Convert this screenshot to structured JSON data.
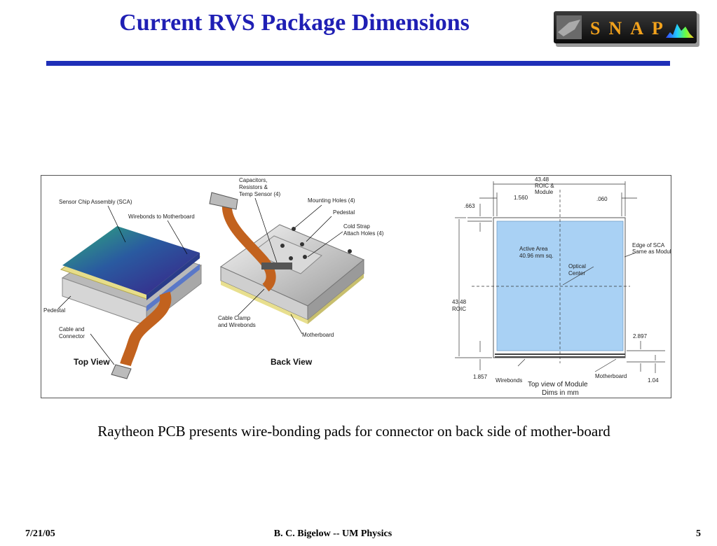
{
  "slide": {
    "title": "Current RVS Package Dimensions",
    "caption": "Raytheon PCB presents wire-bonding pads for connector on back side of mother-board"
  },
  "logo": {
    "text": "SNAP"
  },
  "footer": {
    "date": "7/21/05",
    "author": "B. C. Bigelow -- UM Physics",
    "page": "5"
  },
  "figure": {
    "top_view": {
      "title": "Top View",
      "labels": {
        "sca": "Sensor Chip Assembly (SCA)",
        "wirebonds": "Wirebonds to Motherboard",
        "pedestal": "Pedestal",
        "cable_1": "Cable and",
        "cable_2": "Connector"
      }
    },
    "back_view": {
      "title": "Back View",
      "labels": {
        "caps_1": "Capacitors,",
        "caps_2": "Resistors &",
        "caps_3": "Temp Sensor (4)",
        "mounting": "Mounting Holes (4)",
        "pedestal": "Pedestal",
        "cold_1": "Cold Strap",
        "cold_2": "Attach Holes (4)",
        "clamp_1": "Cable Clamp",
        "clamp_2": "and Wirebonds",
        "motherboard": "Motherboard"
      }
    },
    "dims": {
      "top_1": "43.48",
      "top_2": "ROIC &",
      "top_3": "Module",
      "d1560": "1.560",
      "d060": ".060",
      "d663": ".663",
      "active_1": "Active Area",
      "active_2": "40.96 mm sq.",
      "optical_1": "Optical",
      "optical_2": "Center",
      "edge_1": "Edge of SCA",
      "edge_2": "Same as Module",
      "left_1": "43.48",
      "left_2": "ROIC",
      "d2897": "2.897",
      "d1857": "1.857",
      "wirebonds": "Wirebonds",
      "motherboard": "Motherboard",
      "d104": "1.04",
      "footer_1": "Top view of Module",
      "footer_2": "Dims in mm"
    }
  },
  "colors": {
    "title": "#1f1fb4",
    "rule": "#1f2fb8",
    "active_area": "#a9d1f4",
    "cable": "#c2621e"
  }
}
